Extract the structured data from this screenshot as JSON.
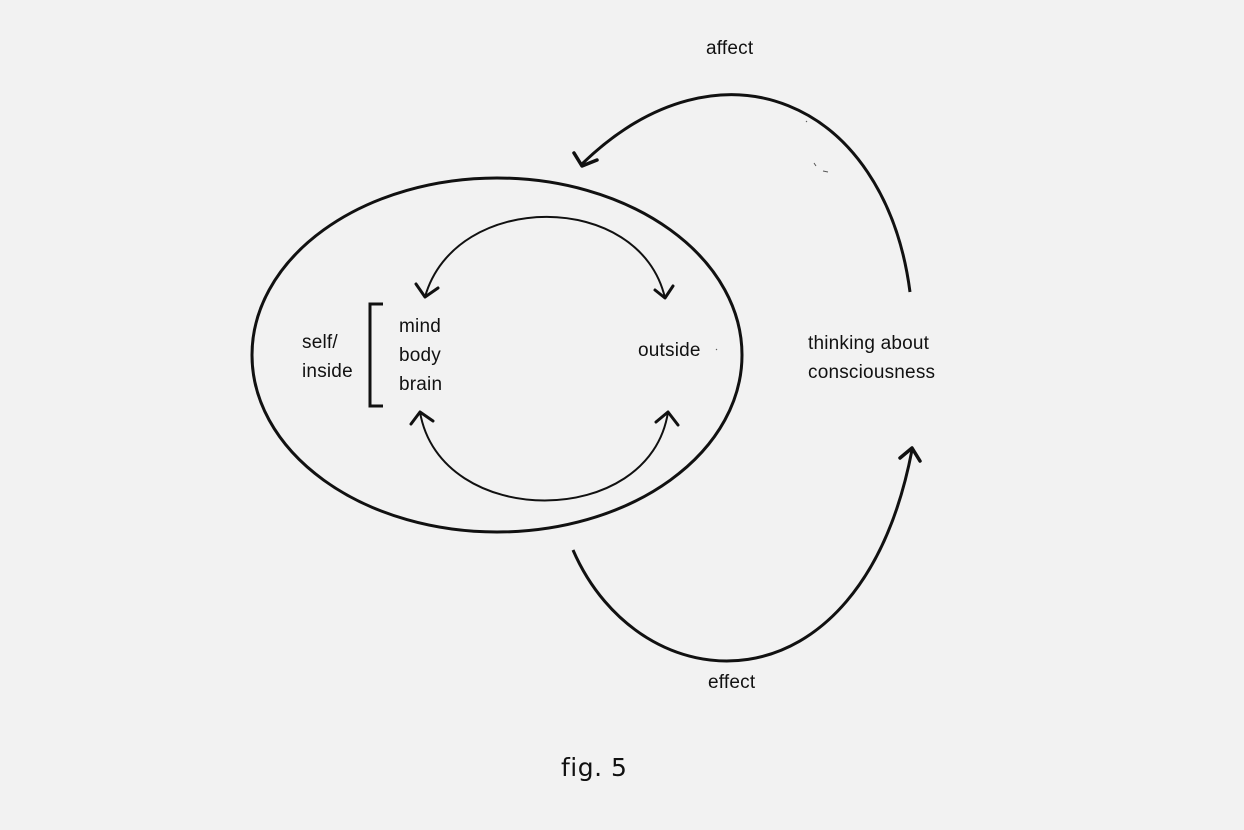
{
  "diagram": {
    "self_label": [
      "self/",
      "inside"
    ],
    "inner_items": [
      "mind",
      "body",
      "brain"
    ],
    "outside_label": "outside",
    "thinking_label": [
      "thinking about",
      "consciousness"
    ],
    "affect_label": "affect",
    "effect_label": "effect",
    "caption": "fig. 5"
  },
  "colors": {
    "background": "#f2f2f2",
    "ink": "#111111"
  }
}
